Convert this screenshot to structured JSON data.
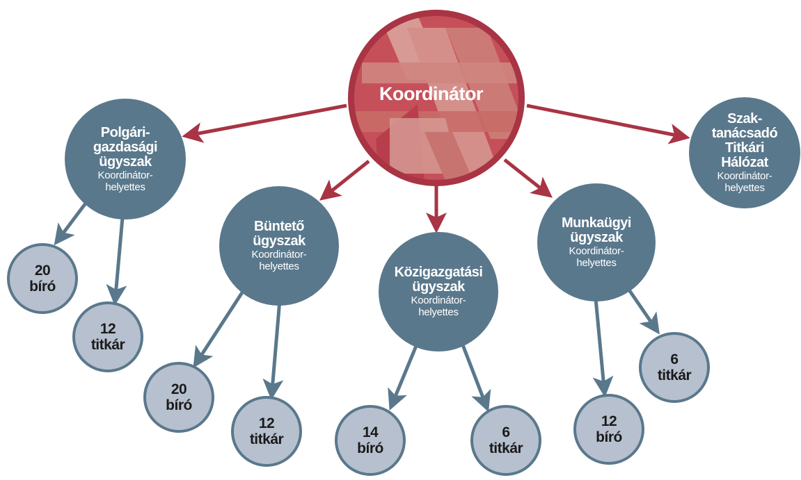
{
  "colors": {
    "coordinator_outer": "#a83444",
    "coordinator_inner": "#c5505a",
    "arrow_red": "#a83444",
    "node_blue": "#5a788c",
    "arrow_blue": "#5a788c",
    "leaf_fill": "#b7c0ce"
  },
  "coordinator": {
    "label": "Koordinátor"
  },
  "nodes": {
    "polgari": {
      "title": "Polgári-\ngazdasági\nügyszak",
      "subtitle": "Koordinátor-\nhelyettes"
    },
    "bunteto": {
      "title": "Büntető\nügyszak",
      "subtitle": "Koordinátor-\nhelyettes"
    },
    "kozig": {
      "title": "Közigazgatási\nügyszak",
      "subtitle": "Koordinátor-\nhelyettes"
    },
    "munka": {
      "title": "Munkaügyi\nügyszak",
      "subtitle": "Koordinátor-\nhelyettes"
    },
    "szak": {
      "title": "Szak-\ntanácsadó\nTitkári\nHálózat",
      "subtitle": "Koordinátor-\nhelyettes"
    }
  },
  "leaves": {
    "polgari_biro": {
      "count": "20",
      "role": "bíró"
    },
    "polgari_titkar": {
      "count": "12",
      "role": "titkár"
    },
    "bunteto_biro": {
      "count": "20",
      "role": "bíró"
    },
    "bunteto_titkar": {
      "count": "12",
      "role": "titkár"
    },
    "kozig_biro": {
      "count": "14",
      "role": "bíró"
    },
    "kozig_titkar": {
      "count": "6",
      "role": "titkár"
    },
    "munka_biro": {
      "count": "12",
      "role": "bíró"
    },
    "munka_titkar": {
      "count": "6",
      "role": "titkár"
    }
  }
}
